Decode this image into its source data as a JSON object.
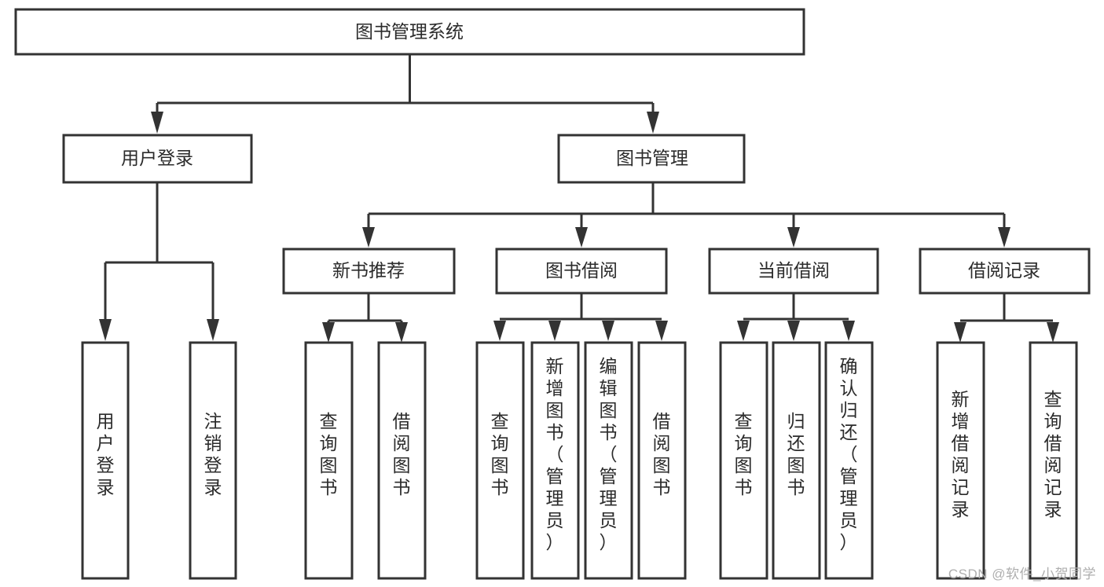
{
  "diagram": {
    "title": "图书管理系统",
    "type": "hierarchy-tree",
    "root": {
      "id": "root",
      "label": "图书管理系统",
      "orientation": "horizontal"
    },
    "level1": [
      {
        "id": "user-login",
        "label": "用户登录",
        "orientation": "horizontal"
      },
      {
        "id": "book-manage",
        "label": "图书管理",
        "orientation": "horizontal"
      }
    ],
    "level2": [
      {
        "id": "new-book-rec",
        "label": "新书推荐",
        "parent": "book-manage",
        "orientation": "horizontal"
      },
      {
        "id": "book-borrow",
        "label": "图书借阅",
        "parent": "book-manage",
        "orientation": "horizontal"
      },
      {
        "id": "current-borrow",
        "label": "当前借阅",
        "parent": "book-manage",
        "orientation": "horizontal"
      },
      {
        "id": "borrow-record",
        "label": "借阅记录",
        "parent": "book-manage",
        "orientation": "horizontal"
      }
    ],
    "leaves": [
      {
        "id": "leaf-user-login",
        "label": "用户登录",
        "parent": "user-login",
        "orientation": "vertical"
      },
      {
        "id": "leaf-user-logout",
        "label": "注销登录",
        "parent": "user-login",
        "orientation": "vertical"
      },
      {
        "id": "leaf-query-book-1",
        "label": "查询图书",
        "parent": "new-book-rec",
        "orientation": "vertical"
      },
      {
        "id": "leaf-borrow-book-1",
        "label": "借阅图书",
        "parent": "new-book-rec",
        "orientation": "vertical"
      },
      {
        "id": "leaf-query-book-2",
        "label": "查询图书",
        "parent": "book-borrow",
        "orientation": "vertical"
      },
      {
        "id": "leaf-add-book",
        "label": "新增图书（管理员）",
        "parent": "book-borrow",
        "orientation": "vertical"
      },
      {
        "id": "leaf-edit-book",
        "label": "编辑图书（管理员）",
        "parent": "book-borrow",
        "orientation": "vertical"
      },
      {
        "id": "leaf-borrow-book-2",
        "label": "借阅图书",
        "parent": "book-borrow",
        "orientation": "vertical"
      },
      {
        "id": "leaf-query-book-3",
        "label": "查询图书",
        "parent": "current-borrow",
        "orientation": "vertical"
      },
      {
        "id": "leaf-return-book",
        "label": "归还图书",
        "parent": "current-borrow",
        "orientation": "vertical"
      },
      {
        "id": "leaf-confirm-return",
        "label": "确认归还（管理员）",
        "parent": "current-borrow",
        "orientation": "vertical"
      },
      {
        "id": "leaf-add-record",
        "label": "新增借阅记录",
        "parent": "borrow-record",
        "orientation": "vertical"
      },
      {
        "id": "leaf-query-record",
        "label": "查询借阅记录",
        "parent": "borrow-record",
        "orientation": "vertical"
      }
    ],
    "colors": {
      "stroke": "#333333",
      "fill": "#ffffff",
      "text": "#2b2b2b",
      "watermark": "#aeaeae"
    }
  },
  "watermark": {
    "text": "CSDN @软件_小贺同学"
  }
}
